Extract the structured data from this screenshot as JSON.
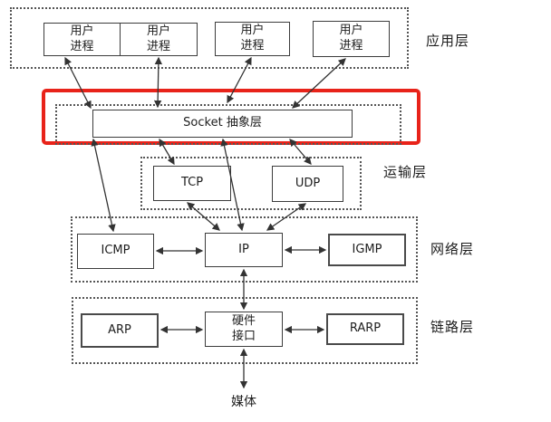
{
  "diagram": {
    "nodes": {
      "user_process": "用户\n进程",
      "socket": "Socket 抽象层",
      "tcp": "TCP",
      "udp": "UDP",
      "icmp": "ICMP",
      "ip": "IP",
      "igmp": "IGMP",
      "arp": "ARP",
      "hardware_interface": "硬件\n接口",
      "rarp": "RARP",
      "media": "媒体"
    },
    "layer_labels": {
      "application": "应用层",
      "transport": "运输层",
      "network": "网络层",
      "link": "链路层"
    },
    "colors": {
      "highlight_red": "#e8231a",
      "line": "#333333"
    }
  }
}
